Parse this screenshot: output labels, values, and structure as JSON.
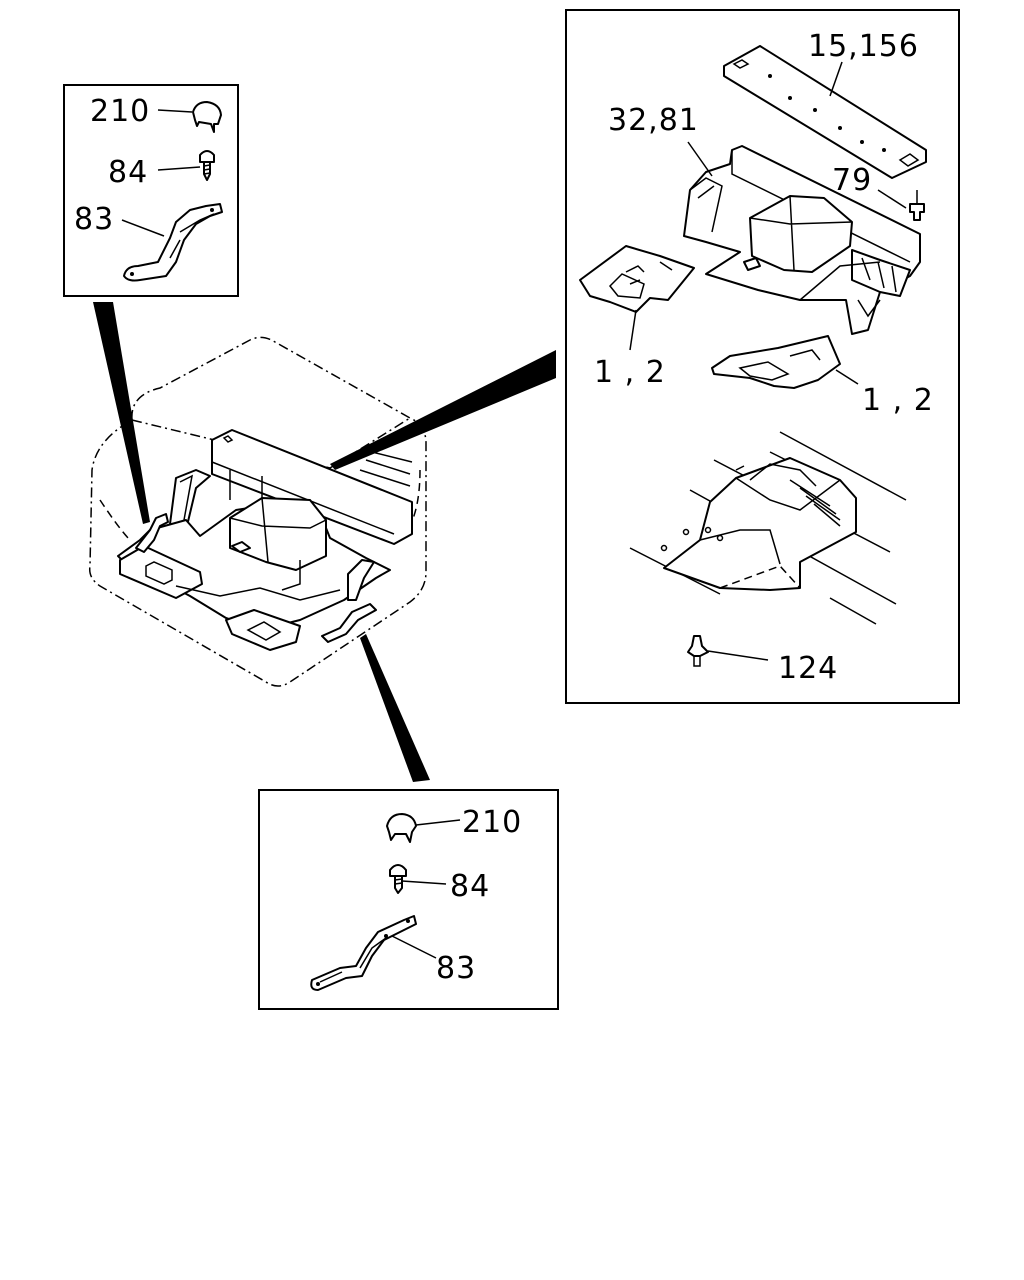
{
  "callouts": {
    "top_left": {
      "cap": "210",
      "screw": "84",
      "bracket": "83"
    },
    "bottom": {
      "cap": "210",
      "screw": "84",
      "bracket": "83"
    },
    "right": {
      "rear_plate": "15,156",
      "floor_mat": "32,81",
      "clip_top": "79",
      "left_mat": "1 , 2",
      "right_mat": "1 , 2",
      "clip_bottom": "124"
    }
  }
}
